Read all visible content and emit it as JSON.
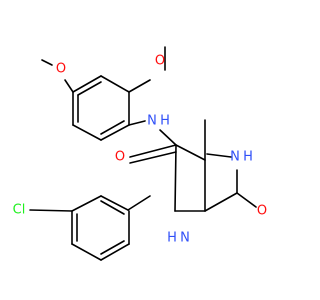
{
  "colors": {
    "background": "#ffffff",
    "carbon_bond": "#000000",
    "oxygen": "#ff0d0d",
    "nitrogen": "#3050f8",
    "chlorine": "#1ff01f"
  },
  "labels": {
    "o_methoxy_top": "O",
    "o_methoxy_left": "O",
    "nh_amide": "N",
    "h_amide": "H",
    "o_amide": "O",
    "nh_ring_top": "N",
    "h_ring_top": "H",
    "nh_ring_bottom": "N",
    "h_ring_bottom": "H",
    "o_urea": "O",
    "cl": "Cl"
  }
}
